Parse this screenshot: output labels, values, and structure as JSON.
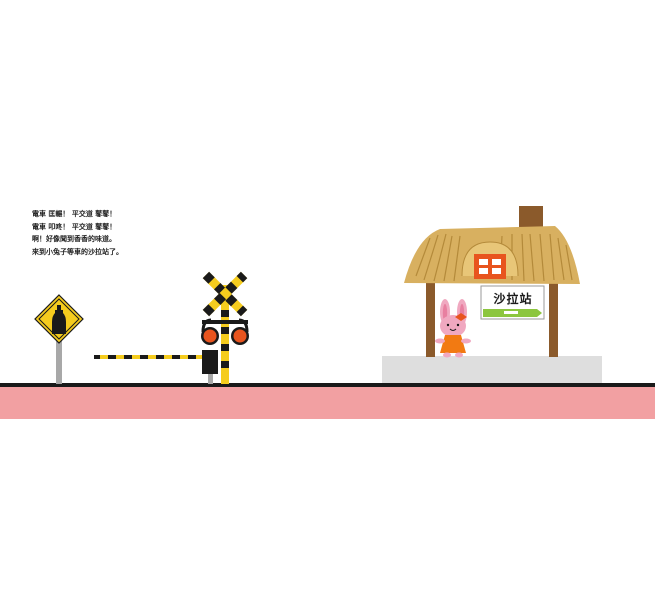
{
  "story": {
    "lines": [
      "電車 匡輾！ 平交道 鼕鼕！",
      "電車 叩咚！ 平交道 鼕鼕！",
      "啊！好像聞到香香的味道。",
      "來到小兔子等車的沙拉站了。"
    ]
  },
  "station": {
    "sign_text": "沙拉站"
  },
  "colors": {
    "track": "#1a1a1a",
    "ground": "#f2a0a2",
    "platform": "#dedede",
    "roof": "#d8b060",
    "crossing_yellow": "#f5cc1e",
    "signal_red": "#e8541e",
    "rabbit_pink": "#f0a8c0",
    "dress_orange": "#f27a12",
    "sign_green": "#8cc63f"
  },
  "icons": {
    "road_sign": "bottle-warning-sign-icon",
    "crossing": "railroad-crossing-icon",
    "rabbit": "rabbit-icon"
  }
}
